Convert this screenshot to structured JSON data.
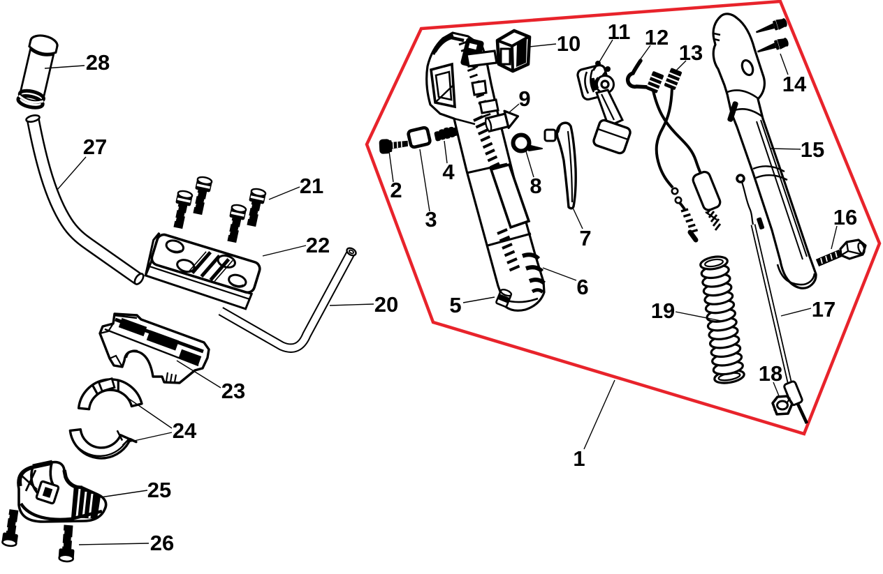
{
  "diagram": {
    "figure_type": "exploded-parts-diagram",
    "colors": {
      "background": "#ffffff",
      "line": "#000000",
      "highlight": "#e8232b",
      "label_text": "#000000"
    },
    "labels": [
      "1",
      "2",
      "3",
      "4",
      "5",
      "6",
      "7",
      "8",
      "9",
      "10",
      "11",
      "12",
      "13",
      "14",
      "15",
      "16",
      "17",
      "18",
      "19",
      "20",
      "21",
      "22",
      "23",
      "24",
      "25",
      "26",
      "27",
      "28"
    ],
    "outlined_assembly_label": "1"
  }
}
